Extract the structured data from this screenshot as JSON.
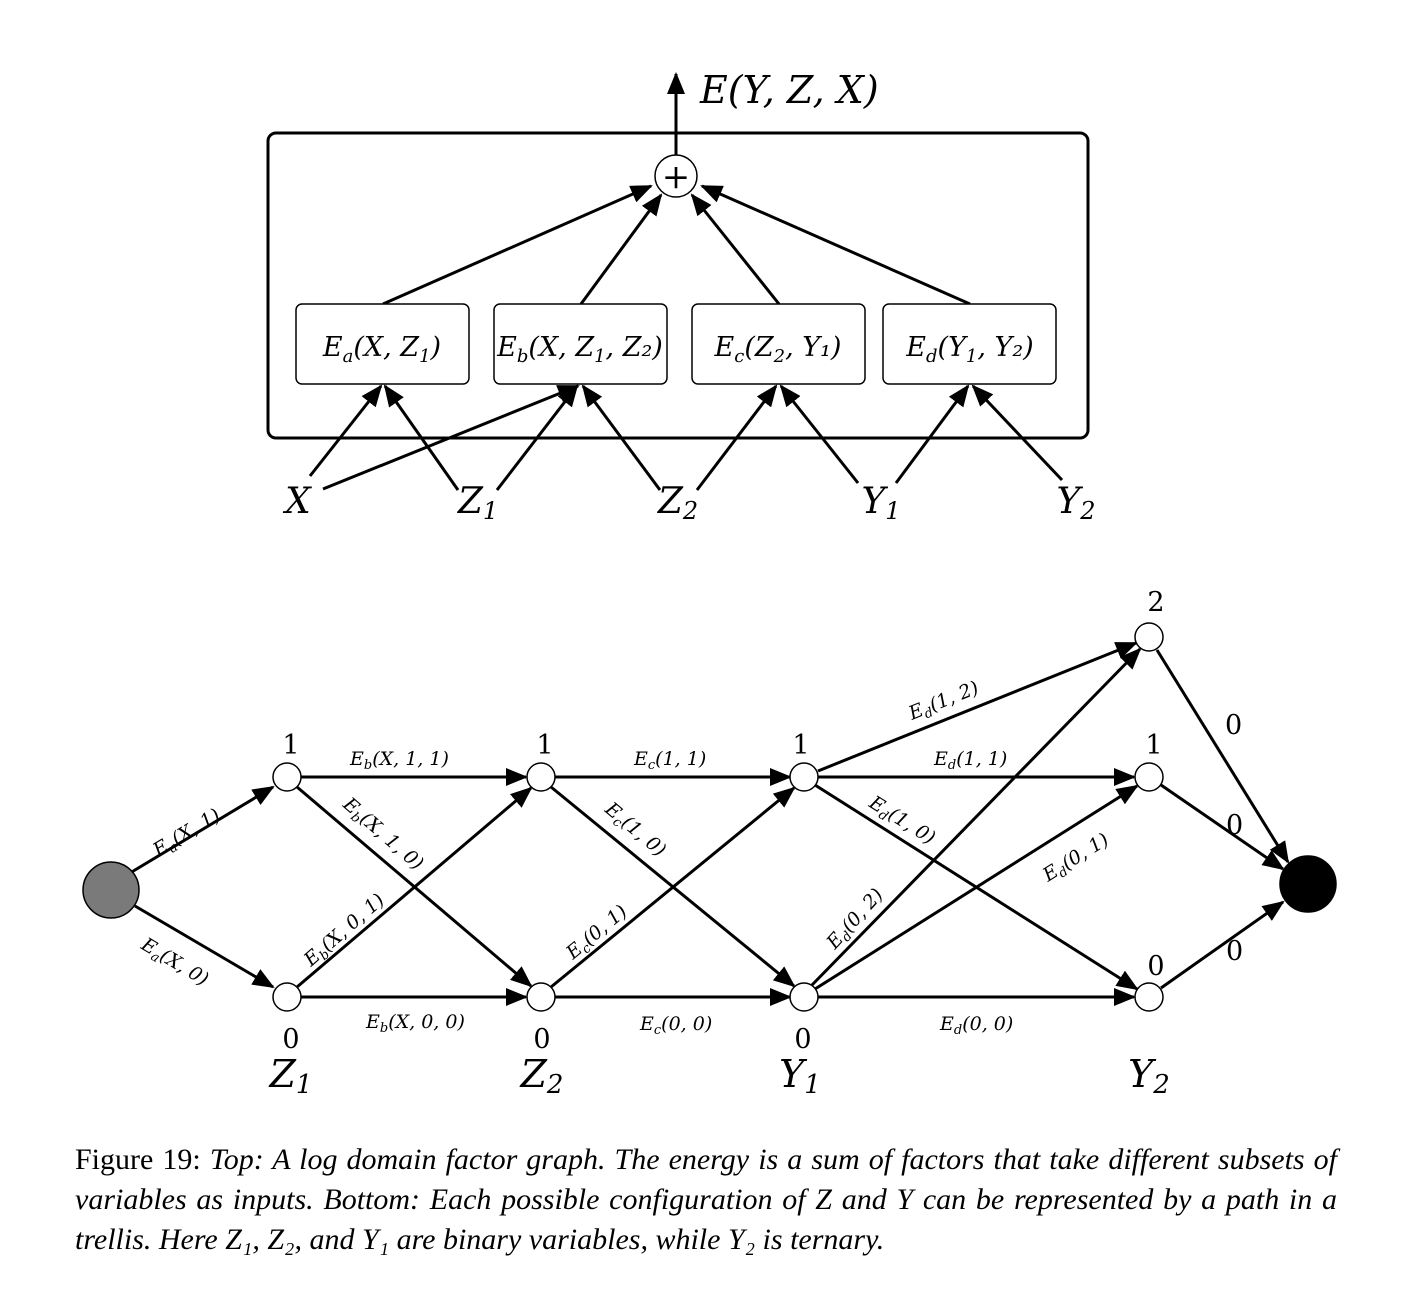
{
  "top_diagram": {
    "output_label": "E(Y, Z, X)",
    "sum_symbol": "+",
    "factors": [
      {
        "id": "a",
        "label": "E",
        "sub": "a",
        "args": "(X, Z",
        "argsub": "1",
        "tail": ")"
      },
      {
        "id": "b",
        "label": "E",
        "sub": "b",
        "args": "(X, Z",
        "argsub": "1",
        "tail": ", Z₂)"
      },
      {
        "id": "c",
        "label": "E",
        "sub": "c",
        "args": "(Z",
        "argsub": "2",
        "tail": ", Y₁)"
      },
      {
        "id": "d",
        "label": "E",
        "sub": "d",
        "args": "(Y",
        "argsub": "1",
        "tail": ", Y₂)"
      }
    ],
    "variables": [
      {
        "name": "X",
        "sub": ""
      },
      {
        "name": "Z",
        "sub": "1"
      },
      {
        "name": "Z",
        "sub": "2"
      },
      {
        "name": "Y",
        "sub": "1"
      },
      {
        "name": "Y",
        "sub": "2"
      }
    ]
  },
  "trellis": {
    "columns": [
      {
        "var": "Z",
        "sub": "1"
      },
      {
        "var": "Z",
        "sub": "2"
      },
      {
        "var": "Y",
        "sub": "1"
      },
      {
        "var": "Y",
        "sub": "2"
      }
    ],
    "state_labels": {
      "one": "1",
      "zero": "0",
      "two": "2"
    },
    "edge_labels": {
      "ea_x1": "(X, 1)",
      "ea_x0": "(X, 0)",
      "eb_x11": "(X, 1, 1)",
      "eb_x10": "(X, 1, 0)",
      "eb_x01": "(X, 0, 1)",
      "eb_x00": "(X, 0, 0)",
      "ec_11": "(1, 1)",
      "ec_10": "(1, 0)",
      "ec_01": "(0, 1)",
      "ec_00": "(0, 0)",
      "ed_12": "(1, 2)",
      "ed_11": "(1, 1)",
      "ed_10": "(1, 0)",
      "ed_02": "(0, 2)",
      "ed_01": "(0, 1)",
      "ed_00": "(0, 0)",
      "sink_0": "0"
    },
    "colors": {
      "source": "#7a7a7a",
      "sink": "#000000"
    }
  },
  "caption": {
    "label": "Figure 19:",
    "text": "Top: A log domain factor graph. The energy is a sum of factors that take different subsets of variables as inputs. Bottom: Each possible configuration of Z and Y can be represented by a path in a trellis. Here Z₁, Z₂, and Y₁ are binary variables, while Y₂ is ternary."
  }
}
